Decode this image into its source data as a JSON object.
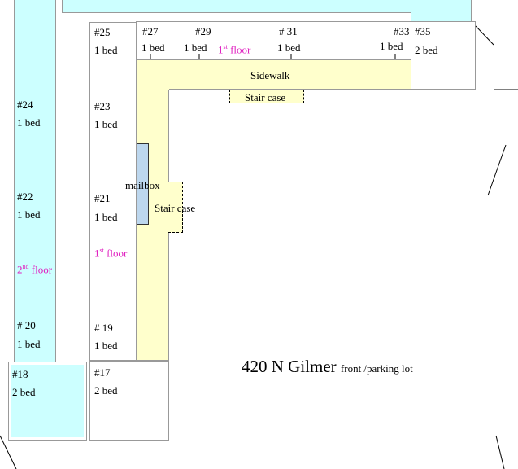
{
  "building": {
    "title": "420 N Gilmer",
    "subtitle": "front /parking lot"
  },
  "units": [
    {
      "id": "u24",
      "number": "#24",
      "beds": "1 bed"
    },
    {
      "id": "u22",
      "number": "#22",
      "beds": "1 bed"
    },
    {
      "id": "u20",
      "number": "# 20",
      "beds": "1 bed"
    },
    {
      "id": "u18",
      "number": "#18",
      "beds": "2 bed"
    },
    {
      "id": "u25",
      "number": "#25",
      "beds": "1 bed"
    },
    {
      "id": "u23",
      "number": "#23",
      "beds": "1 bed"
    },
    {
      "id": "u21",
      "number": "#21",
      "beds": "1 bed"
    },
    {
      "id": "u19",
      "number": "# 19",
      "beds": "1 bed"
    },
    {
      "id": "u17",
      "number": "#17",
      "beds": "2 bed"
    },
    {
      "id": "u27",
      "number": "#27",
      "beds": "1 bed"
    },
    {
      "id": "u29",
      "number": "#29",
      "beds": "1 bed"
    },
    {
      "id": "u31",
      "number": "# 31",
      "beds": "1 bed"
    },
    {
      "id": "u33",
      "number": "#33",
      "beds": "1 bed"
    },
    {
      "id": "u35",
      "number": "#35",
      "beds": "2 bed"
    }
  ],
  "floors": {
    "second": {
      "num": "2",
      "sup": "nd",
      "word": " floor"
    },
    "first_left": {
      "num": "1",
      "sup": "st",
      "word": " floor"
    },
    "first_top": {
      "num": "1",
      "sup": "st",
      "word": " floor"
    }
  },
  "labels": {
    "sidewalk": "Sidewalk",
    "staircase_top": "Stair case",
    "staircase_side": "Stair case",
    "mailbox": "mailbox"
  },
  "colors": {
    "second_floor_fill": "#ccffff",
    "sidewalk_fill": "#ffffcc",
    "mailbox_fill": "#bdd7ee",
    "floor_label": "#e020c0"
  }
}
